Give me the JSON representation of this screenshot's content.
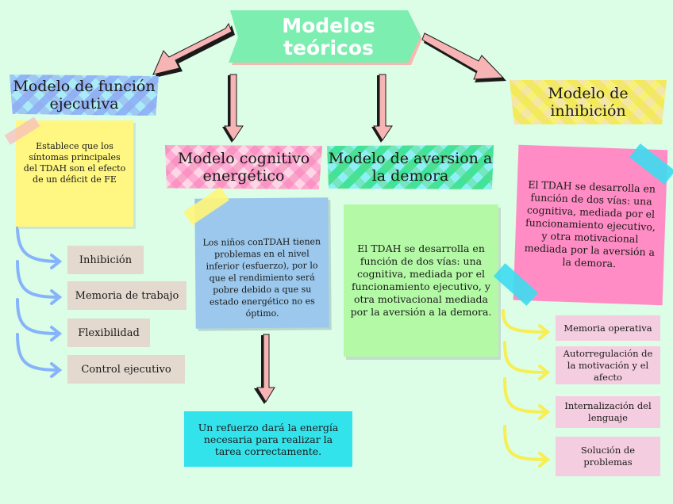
{
  "title": "Modelos teóricos",
  "colors": {
    "background": "#dcfde6",
    "central": "#7beeb0",
    "arrow_fill": "#f6b4b4",
    "arrow_outline": "#1a1a1a",
    "connector_blue": "#86b4fb",
    "connector_yellow": "#f7ee55"
  },
  "models": {
    "executive": {
      "title": "Modelo de función ejecutiva",
      "description": "Establece que los síntomas principales del TDAH son el efecto de un déficit de FE",
      "components": [
        "Inhibición",
        "Memoria de trabajo",
        "Flexibilidad",
        "Control ejecutivo"
      ]
    },
    "cognitive_energetic": {
      "title": "Modelo cognitivo energético",
      "description": "Los  niños conTDAH tienen problemas en el nivel inferior (esfuerzo), por lo que el rendimiento será pobre debido a que su estado energético no es óptimo.",
      "consequence": "Un refuerzo dará la energía necesaria para realizar la tarea correctamente."
    },
    "delay_aversion": {
      "title": "Modelo de aversion a la demora",
      "description": "El TDAH se desarrolla en función de dos vías: una cognitiva, mediada por el funcionamiento ejecutivo, y otra motivacional mediada por la aversión a la demora."
    },
    "inhibition": {
      "title": "Modelo de inhibición",
      "description": "El TDAH se desarrolla en función de dos vías: una cognitiva, mediada por el funcionamiento ejecutivo, y otra motivacional mediada por la aversión a la demora.",
      "components": [
        "Memoria operativa",
        "Autorregulación de la motivación y el afecto",
        "Internalización del lenguaje",
        "Solución de problemas"
      ]
    }
  }
}
